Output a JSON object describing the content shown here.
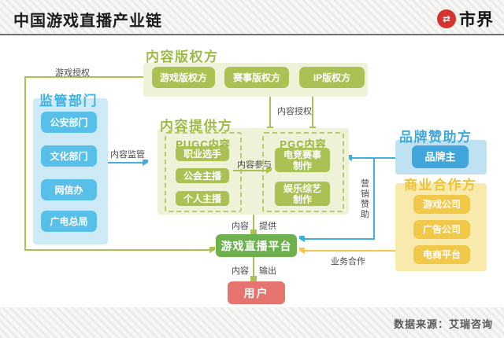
{
  "header": {
    "title": "中国游戏直播产业链",
    "brand": "市界"
  },
  "footer": {
    "source": "数据来源：艾瑞咨询"
  },
  "palette": {
    "blue_box": "#58bfe8",
    "blue_panel": "#cfeaf7",
    "blue_dark_box": "#3fa5da",
    "blue_panel2": "#bfe2f3",
    "olive_box": "#a9c253",
    "olive_panel": "#edf2d8",
    "olive_text": "#9cbb45",
    "yellow_box": "#f2c84b",
    "yellow_panel": "#f8e9ad",
    "yellow_text": "#f0c235",
    "platform_green": "#6db14f",
    "user_red": "#e5736e",
    "blue_arrow": "#41aede",
    "green_arrow": "#a9c253",
    "yellow_arrow": "#f0c84a",
    "logo_red": "#d5332c"
  },
  "diagram": {
    "regulators": {
      "title": "监管部门",
      "items": [
        "公安部门",
        "文化部门",
        "网信办",
        "广电总局"
      ]
    },
    "copyright": {
      "title": "内容版权方",
      "items": [
        "游戏版权方",
        "赛事版权方",
        "IP版权方"
      ]
    },
    "provider": {
      "title": "内容提供方",
      "pugc": {
        "title": "PUGC内容",
        "items": [
          "职业选手",
          "公会主播",
          "个人主播"
        ]
      },
      "pgc": {
        "title": "PGC内容",
        "items": [
          "电竞赛事制作",
          "娱乐综艺制作"
        ]
      }
    },
    "brand_sponsor": {
      "title": "品牌赞助方",
      "items": [
        "品牌主"
      ]
    },
    "business": {
      "title": "商业合作方",
      "items": [
        "游戏公司",
        "广告公司",
        "电商平台"
      ]
    },
    "platform": {
      "label": "游戏直播平台"
    },
    "user": {
      "label": "用户"
    },
    "flows": {
      "game_license": "游戏授权",
      "content_regulation": "内容监管",
      "content_license": "内容授权",
      "content_participation": "内容参与",
      "marketing_sponsorship": "营销赞助",
      "business_cooperation": "业务合作",
      "content_supply": {
        "left": "内容",
        "right": "提供"
      },
      "content_output": {
        "left": "内容",
        "right": "输出"
      }
    }
  }
}
